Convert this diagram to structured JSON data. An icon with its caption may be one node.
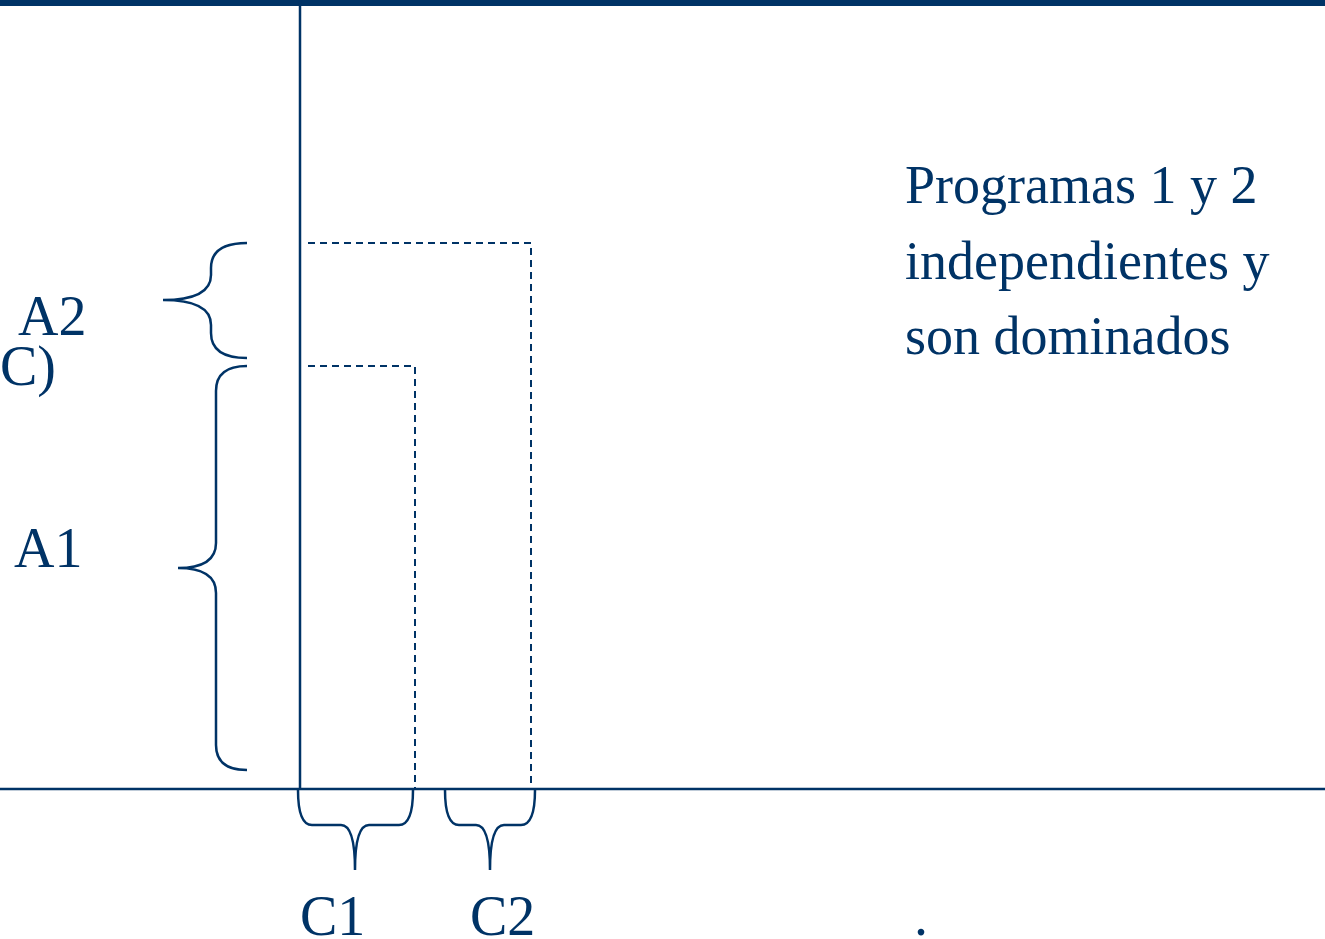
{
  "diagram": {
    "labels": [
      "Programas 1 y 2 independientes y son dominados",
      "A2",
      "C)",
      "A1",
      "C1",
      "C2",
      "."
    ]
  }
}
